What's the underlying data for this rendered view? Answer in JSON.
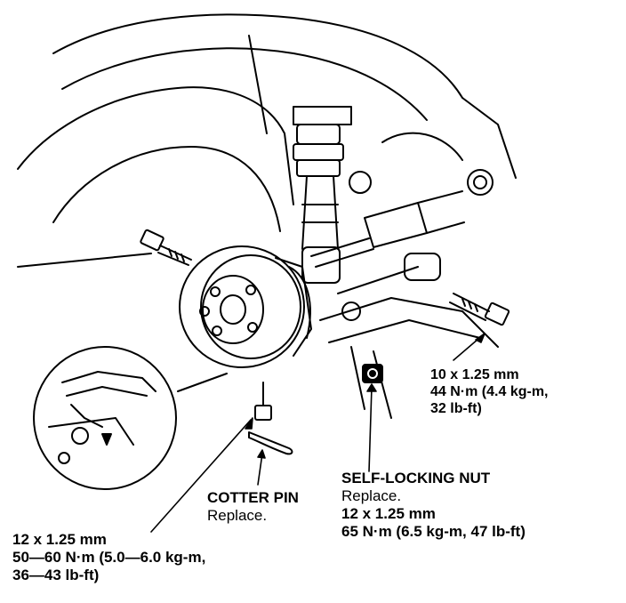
{
  "labels": {
    "bolt_10": {
      "line1": "10 x 1.25 mm",
      "line2": "44 N·m (4.4 kg-m,",
      "line3": "32 lb-ft)"
    },
    "self_locking_nut": {
      "title": "SELF-LOCKING NUT",
      "note": "Replace.",
      "size": "12 x 1.25 mm",
      "torque": "65 N·m (6.5 kg-m, 47 lb-ft)"
    },
    "cotter_pin": {
      "title": "COTTER PIN",
      "note": "Replace."
    },
    "castle_nut": {
      "size": "12 x 1.25 mm",
      "torque1": "50—60 N·m (5.0—6.0 kg-m,",
      "torque2": "36—43 lb-ft)"
    }
  }
}
